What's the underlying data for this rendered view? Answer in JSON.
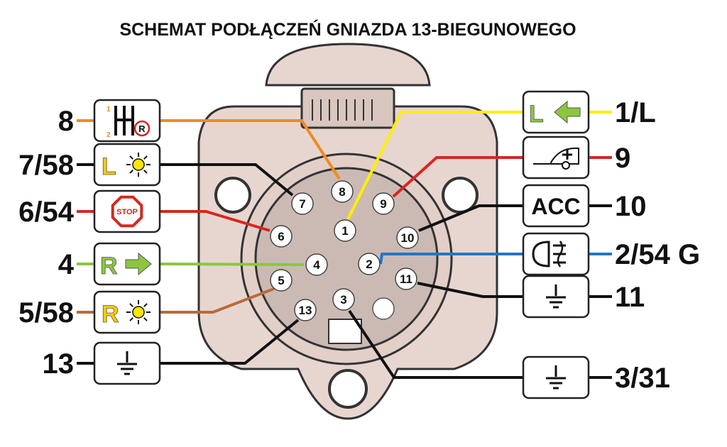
{
  "title": "SCHEMAT PODŁĄCZEŃ GNIAZDA 13-BIEGUNOWEGO",
  "colors": {
    "orange": "#f08a24",
    "black": "#111111",
    "red": "#d8261f",
    "green": "#8cc63f",
    "brown": "#b86b3a",
    "yellow": "#ffee00",
    "blue": "#1f78c8",
    "socket_fill": "#e7d6d0",
    "socket_stroke": "#333333",
    "face_fill": "#cbbab3",
    "pin_fill": "#ffffff"
  },
  "pins": [
    {
      "id": "8",
      "label": "8"
    },
    {
      "id": "7",
      "label": "7"
    },
    {
      "id": "9",
      "label": "9"
    },
    {
      "id": "6",
      "label": "6"
    },
    {
      "id": "1",
      "label": "1"
    },
    {
      "id": "10",
      "label": "10"
    },
    {
      "id": "4",
      "label": "4"
    },
    {
      "id": "2",
      "label": "2"
    },
    {
      "id": "5",
      "label": "5"
    },
    {
      "id": "11",
      "label": "11"
    },
    {
      "id": "3",
      "label": "3"
    },
    {
      "id": "13",
      "label": "13"
    }
  ],
  "left_terminals": [
    {
      "label": "8",
      "icon": "reverse-gear-icon",
      "color": "orange"
    },
    {
      "label": "7/58",
      "icon": "left-position-light-icon",
      "color": "black"
    },
    {
      "label": "6/54",
      "icon": "stop-light-icon",
      "color": "red"
    },
    {
      "label": "4",
      "icon": "right-turn-indicator-icon",
      "color": "green"
    },
    {
      "label": "5/58",
      "icon": "right-position-light-icon",
      "color": "brown"
    },
    {
      "label": "13",
      "icon": "ground-icon",
      "color": "black"
    }
  ],
  "right_terminals": [
    {
      "label": "1/L",
      "icon": "left-turn-indicator-icon",
      "color": "yellow"
    },
    {
      "label": "9",
      "icon": "trailer-power-icon",
      "color": "red"
    },
    {
      "label": "10",
      "icon": "acc-icon",
      "color": "black",
      "icon_text": "ACC"
    },
    {
      "label": "2/54 G",
      "icon": "fog-light-icon",
      "color": "blue"
    },
    {
      "label": "11",
      "icon": "ground-icon",
      "color": "black"
    },
    {
      "label": "3/31",
      "icon": "ground-icon",
      "color": "black"
    }
  ],
  "icon_glyphs": {
    "letter_l": "L",
    "letter_r": "R",
    "stop_text": "STOP",
    "gear_reverse": "R",
    "gear_one": "1",
    "gear_two": "2"
  }
}
